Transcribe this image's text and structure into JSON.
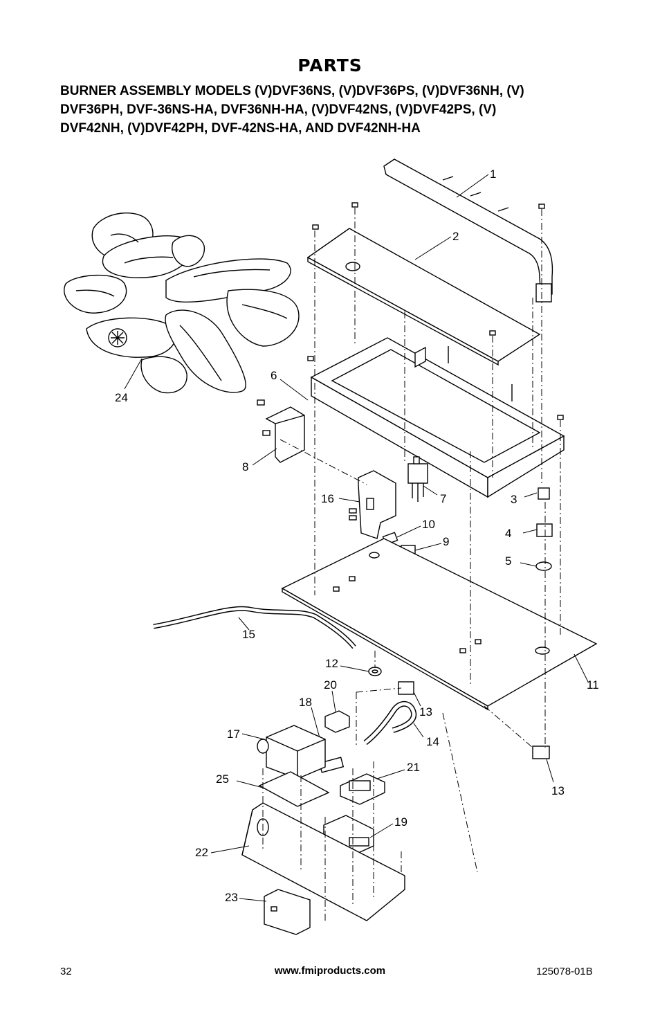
{
  "page": {
    "heading": "PARTS",
    "subtitle_lines": [
      "BURNER ASSEMBLY MODELS (V)DVF36NS, (V)DVF36PS, (V)DVF36NH, (V)",
      "DVF36PH, DVF-36NS-HA, DVF36NH-HA, (V)DVF42NS, (V)DVF42PS, (V)",
      "DVF42NH, (V)DVF42PH, DVF-42NS-HA, AND DVF42NH-HA"
    ]
  },
  "callouts": {
    "c1": "1",
    "c2": "2",
    "c3": "3",
    "c4a": "4",
    "c4b": "4",
    "c5a": "5",
    "c5b": "5",
    "c6": "6",
    "c7": "7",
    "c8": "8",
    "c9": "9",
    "c10": "10",
    "c11": "11",
    "c12": "12",
    "c13a": "13",
    "c13b": "13",
    "c14": "14",
    "c15": "15",
    "c16": "16",
    "c17": "17",
    "c18": "18",
    "c19": "19",
    "c20": "20",
    "c21": "21",
    "c22": "22",
    "c23": "23",
    "c24": "24",
    "c25": "25"
  },
  "footer": {
    "page_number": "32",
    "website": "www.fmiproducts.com",
    "doc_number": "125078-01B"
  }
}
